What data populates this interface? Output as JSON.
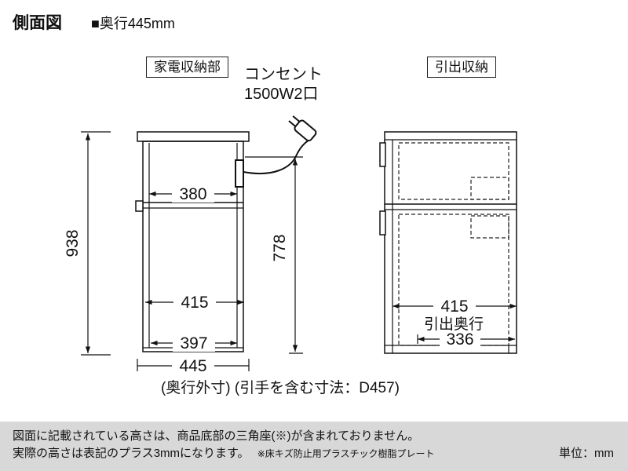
{
  "page": {
    "title": "側面図",
    "subtitle": "■奥行445mm"
  },
  "labels": {
    "appliance_section": "家電収納部",
    "drawer_section": "引出収納",
    "outlet_line1": "コンセント",
    "outlet_line2": "1500W2口"
  },
  "left_diagram": {
    "height_total": "938",
    "width_top_inner": "380",
    "height_outlet": "778",
    "width_inner": "415",
    "width_lower": "397",
    "depth_outer": "445",
    "caption": "(奥行外寸) (引手を含む寸法：D457)"
  },
  "right_diagram": {
    "width_inner": "415",
    "drawer_depth_label": "引出奥行",
    "drawer_depth_value": "336"
  },
  "footer": {
    "note_line1": "図面に記載されている高さは、商品底部の三角座(※)が含まれておりません。",
    "note_line2": "実際の高さは表記のプラス3mmになります。",
    "note_line2_small": "※床キズ防止用プラスチック樹脂プレート",
    "unit": "単位：mm"
  },
  "colors": {
    "line": "#111111",
    "footer_bg": "#d8d8d8"
  }
}
